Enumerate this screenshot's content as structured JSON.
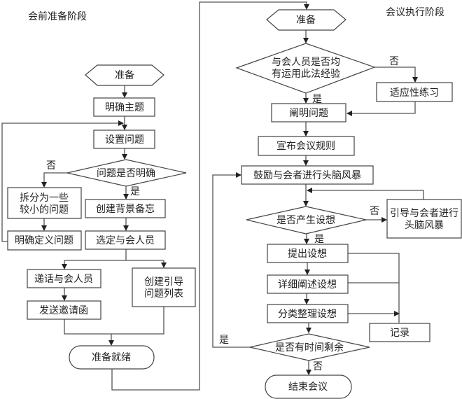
{
  "stages": {
    "pre_meeting": "会前准备阶段",
    "execution": "会议执行阶段"
  },
  "nodes": {
    "prep_left": "准备",
    "clarify_topic": "明确主题",
    "set_question": "设置问题",
    "question_clear": "问题是否明确",
    "split_question": [
      "拆分为一些",
      "较小的问题"
    ],
    "define_question": "明确定义问题",
    "create_memo": "创建背景备忘",
    "select_participants": "选定与会人员",
    "notify_participants": "递话与会人员",
    "send_invitation": "发送邀请函",
    "create_guide_list": [
      "创建引导",
      "问题列表"
    ],
    "ready": "准备就绪",
    "prep_right": "准备",
    "experience_check": [
      "与会人员是否均",
      "有运用此法经验"
    ],
    "adaptive_practice": "适应性练习",
    "clarify_question": "阐明问题",
    "announce_rules": "宣布会议规则",
    "encourage_brainstorm": "鼓励与会者进行头脑风暴",
    "ideas_generated": "是否产生设想",
    "guide_brainstorm": [
      "引导与会者进行",
      "头脑风暴"
    ],
    "propose_ideas": "提出设想",
    "elaborate_ideas": "详细阐述设想",
    "classify_ideas": "分类整理设想",
    "record": "记录",
    "time_remaining": "是否有时间剩余",
    "end_meeting": "结束会议"
  },
  "edge_labels": {
    "no": "否",
    "yes": "是"
  }
}
